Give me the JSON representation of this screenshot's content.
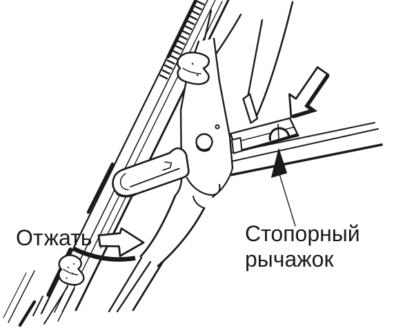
{
  "figure": {
    "background_color": "#ffffff",
    "ink_color": "#1a1a1a",
    "labels": {
      "press": "Отжать",
      "lock_lever_line1": "Стопорный",
      "lock_lever_line2": "рычажок"
    },
    "icons": {
      "press_right_arrow": "press-right-arrow",
      "press_down_arrow": "press-down-arrow",
      "pointer_arrow": "lock-lever-pointer-arrow"
    }
  }
}
